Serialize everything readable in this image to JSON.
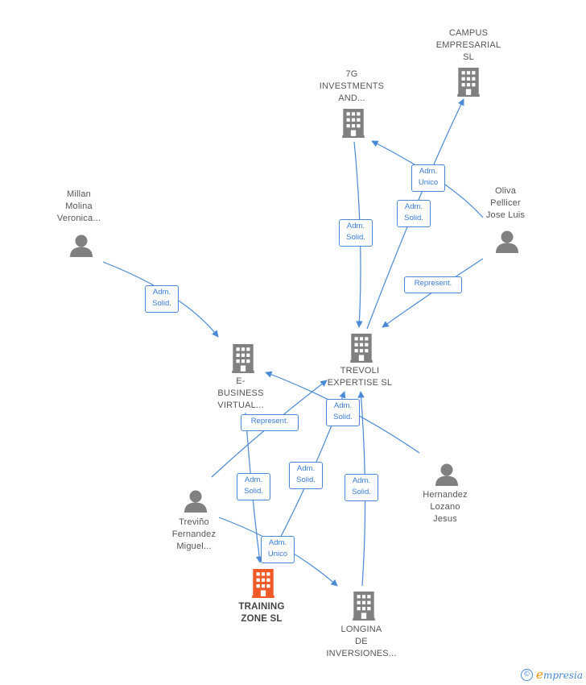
{
  "colors": {
    "edge": "#4a89d6",
    "node": "#808080",
    "focus_node": "#f05a28",
    "label": "#555555"
  },
  "nodes": [
    {
      "id": "campus",
      "kind": "company",
      "label": "CAMPUS\nEMPRESARIAL\nSL"
    },
    {
      "id": "7g",
      "kind": "company",
      "label": "7G\nINVESTMENTS\nAND..."
    },
    {
      "id": "millan",
      "kind": "person",
      "label": "Millan\nMolina\nVeronica..."
    },
    {
      "id": "oliva",
      "kind": "person",
      "label": "Oliva\nPellicer\nJose Luis"
    },
    {
      "id": "ebusiness",
      "kind": "company",
      "label": "E-\nBUSINESS\nVIRTUAL..."
    },
    {
      "id": "trevoli",
      "kind": "company",
      "label": "TREVOLI\nEXPERTISE  SL"
    },
    {
      "id": "hernandez",
      "kind": "person",
      "label": "Hernandez\nLozano\nJesus"
    },
    {
      "id": "trevino",
      "kind": "person",
      "label": "Treviño\nFernandez\nMiguel..."
    },
    {
      "id": "training",
      "kind": "company",
      "focus": true,
      "label": "TRAINING\nZONE  SL"
    },
    {
      "id": "longina",
      "kind": "company",
      "label": "LONGINA\nDE\nINVERSIONES..."
    }
  ],
  "edges": [
    {
      "id": "e1",
      "label": "Adm.\nSolid.",
      "from": "millan",
      "to": "ebusiness"
    },
    {
      "id": "e2",
      "label": "Adm.\nSolid.",
      "from": "7g",
      "to": "trevoli"
    },
    {
      "id": "e3",
      "label": "Adm.\nSolid.",
      "from": "trevoli",
      "to": "campus"
    },
    {
      "id": "e4",
      "label": "Adm.\nUnico",
      "from": "oliva",
      "to": "7g"
    },
    {
      "id": "e5",
      "label": "Represent.",
      "from": "oliva",
      "to": "trevoli"
    },
    {
      "id": "e6",
      "label": "Represent.",
      "from": "trevino",
      "to": "trevoli"
    },
    {
      "id": "e7",
      "label": "Adm.\nSolid.",
      "from": "hernandez",
      "to": "ebusiness"
    },
    {
      "id": "e8",
      "label": "Adm.\nSolid.",
      "from": "ebusiness",
      "to": "training"
    },
    {
      "id": "e9",
      "label": "Adm.\nSolid.",
      "from": "training",
      "to": "trevoli"
    },
    {
      "id": "e10",
      "label": "Adm.\nSolid.",
      "from": "longina",
      "to": "trevoli"
    },
    {
      "id": "e11",
      "label": "Adm.\nUnico",
      "from": "trevino",
      "to": "longina"
    }
  ],
  "footer": {
    "copyright_symbol": "©",
    "brand_first": "e",
    "brand_rest": "mpresia"
  }
}
